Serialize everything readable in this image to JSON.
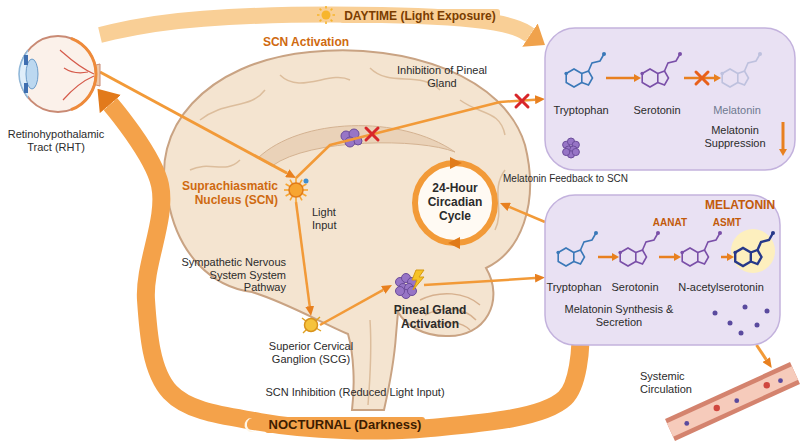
{
  "diagram": {
    "nodes": [
      {
        "text": [
          "Retinohypothalamic Tract (RHT)"
        ]
      },
      {
        "text": [
          "Suprachiasmatic Nucleus (SCN)"
        ]
      },
      {
        "text": [
          "24-Hour Circadian Cycle"
        ]
      },
      {
        "text": [
          "Superior Cervical Ganglion (SCG)"
        ]
      },
      {
        "text": [
          "Pineal Gland Activation"
        ]
      },
      {
        "text": [
          "Tryptophan",
          "Serotonin",
          "Melatonin",
          "Melatonin Suppression"
        ]
      },
      {
        "text": [
          "MELATONIN",
          "AANAT",
          "ASMT",
          "Tryptophan",
          "Serotonin",
          "N-acetylserotonin",
          "Melatonin Synthesis & Secretion"
        ]
      },
      {
        "text": [
          "Systemic Circulation"
        ]
      }
    ],
    "edges": [
      {
        "from": 0,
        "to": 5,
        "label": "DAYTIME (Light Exposure)",
        "arrow": "to"
      },
      {
        "from": 0,
        "to": 1,
        "arrow": "to"
      },
      {
        "from": 1,
        "to": 5,
        "arrow": "to"
      },
      {
        "from": 1,
        "to": 3,
        "arrow": "to"
      },
      {
        "from": 3,
        "to": 4,
        "arrow": "to"
      },
      {
        "from": 4,
        "to": 6,
        "arrow": "to"
      },
      {
        "from": 6,
        "to": 2,
        "arrow": "to"
      },
      {
        "from": 6,
        "to": 7,
        "arrow": "to"
      },
      {
        "from": 6,
        "to": 0,
        "label": "NOCTURNAL (Darkness)",
        "arrow": "to"
      }
    ],
    "labels": [
      "SCN Activation",
      "Inhibition of Pineal Gland",
      "Light Input",
      "Sympathetic Nervous System System Pathway",
      "Melatonin Feedback to SCN",
      "SCN Inhibition (Reduced Light Input)"
    ]
  }
}
